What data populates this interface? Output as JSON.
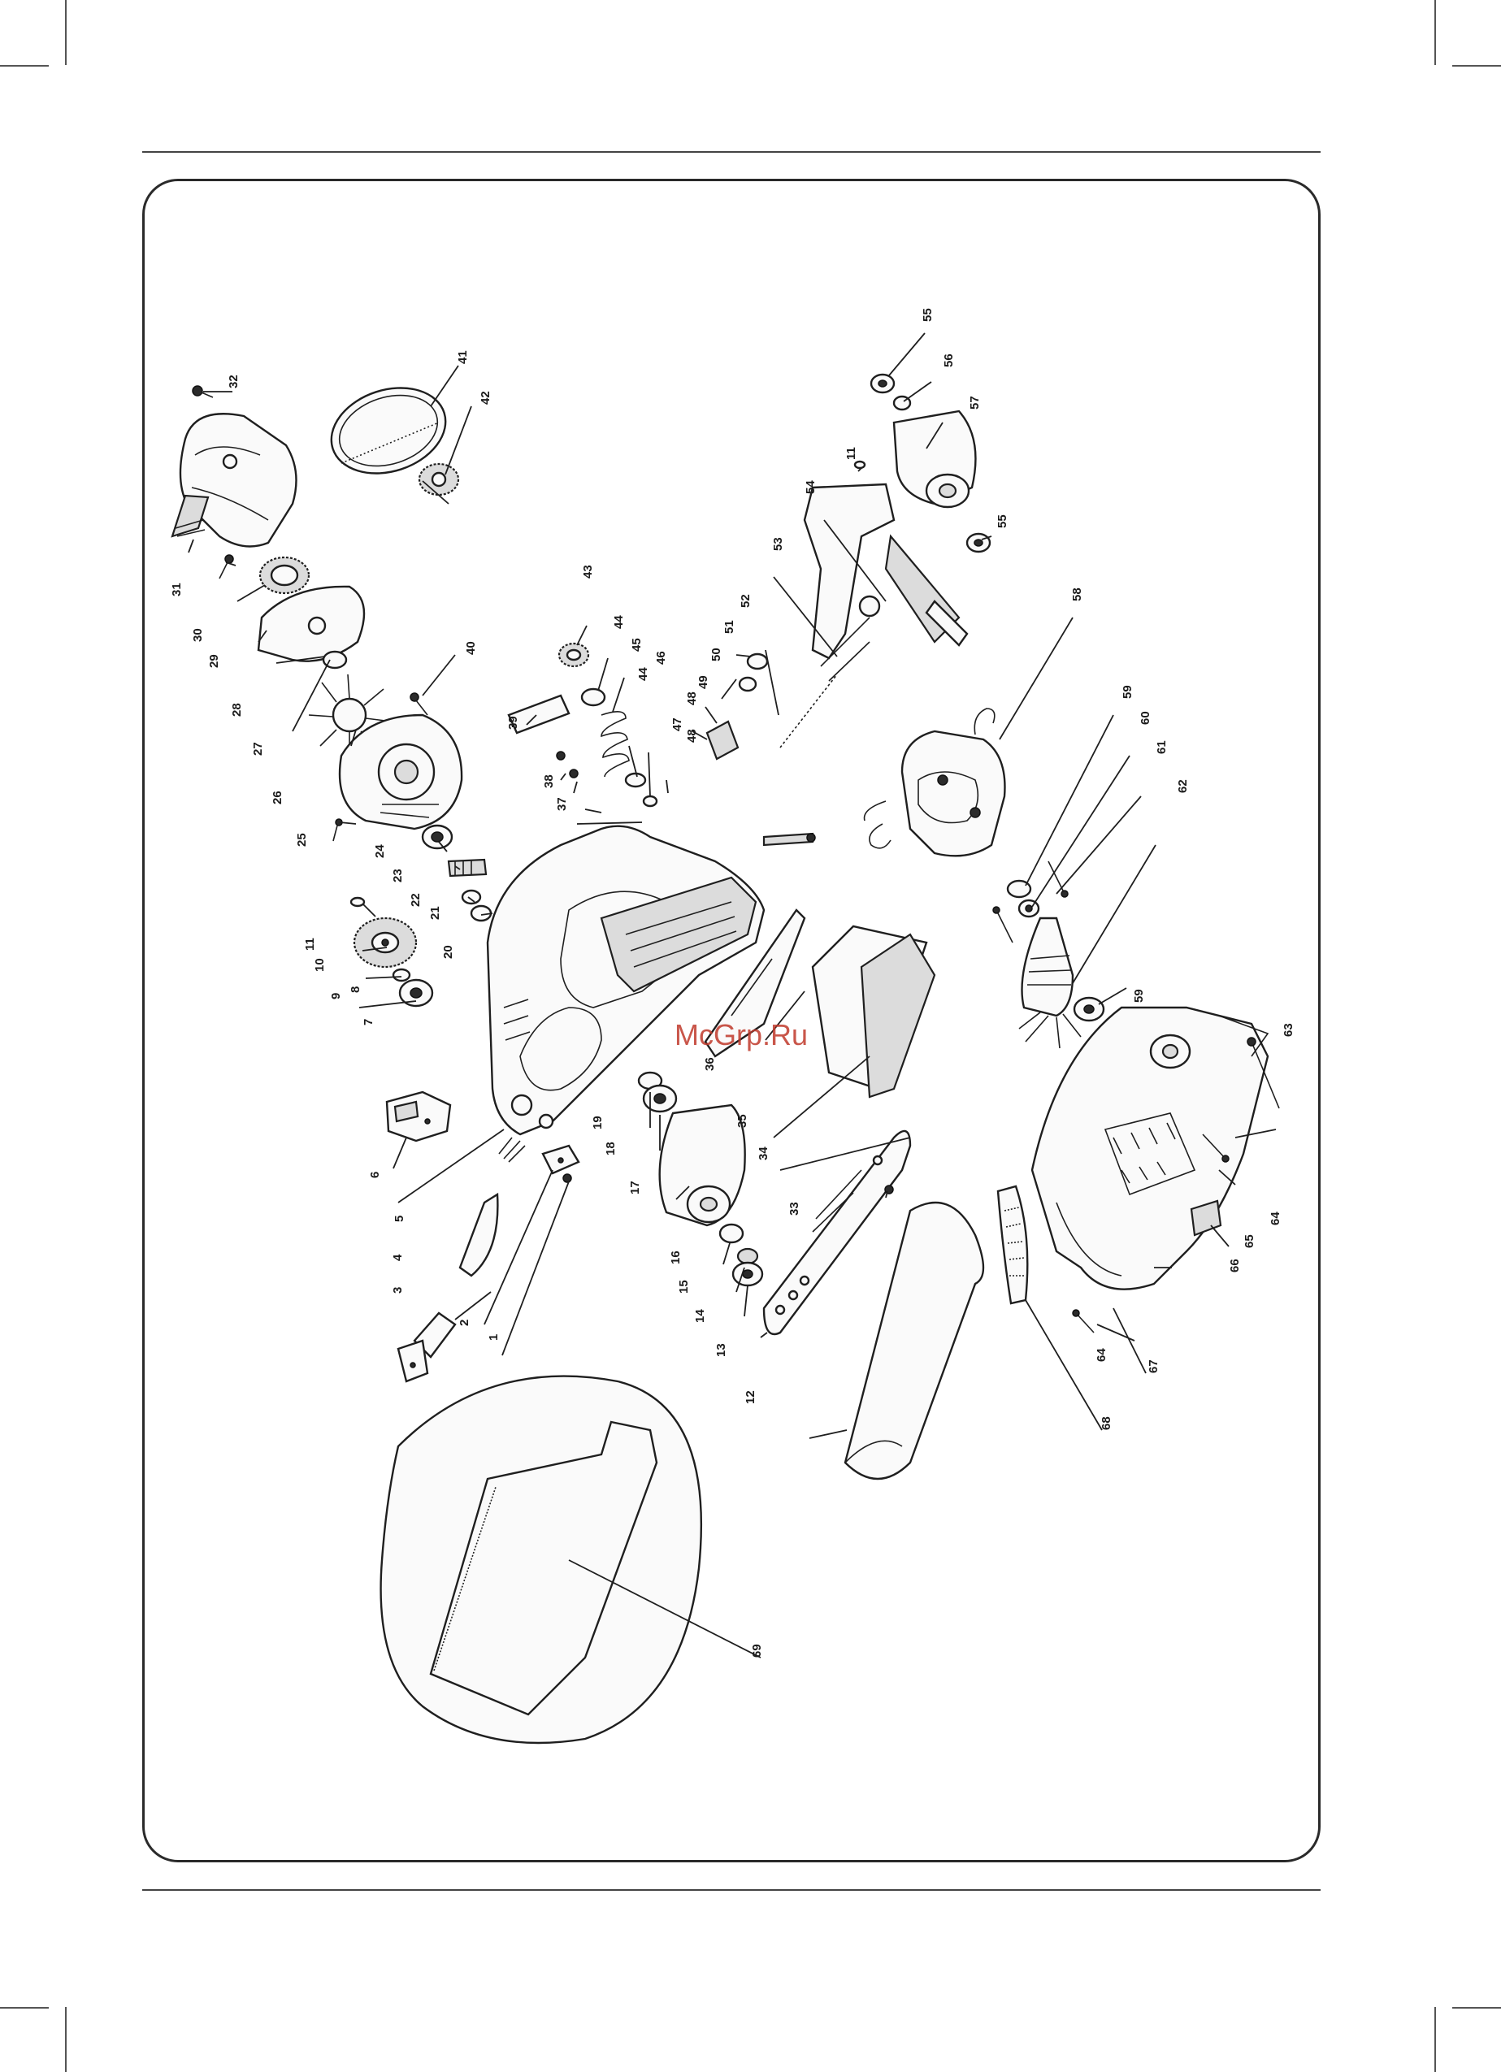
{
  "watermark": "McGrp.Ru",
  "colors": {
    "watermark": "#c0392b",
    "line": "#1f1f1f",
    "frame": "#2a2a2a"
  },
  "labels": [
    "1",
    "2",
    "3",
    "4",
    "5",
    "6",
    "7",
    "8",
    "9",
    "10",
    "11",
    "12",
    "13",
    "14",
    "15",
    "16",
    "17",
    "18",
    "19",
    "20",
    "21",
    "22",
    "23",
    "24",
    "25",
    "26",
    "27",
    "28",
    "29",
    "30",
    "31",
    "32",
    "33",
    "34",
    "35",
    "36",
    "37",
    "38",
    "39",
    "40",
    "41",
    "42",
    "43",
    "44",
    "45",
    "46",
    "47",
    "48",
    "49",
    "50",
    "51",
    "52",
    "53",
    "54",
    "55",
    "56",
    "57",
    "58",
    "59",
    "60",
    "61",
    "62",
    "63",
    "64",
    "65",
    "66",
    "67",
    "68",
    "69"
  ],
  "extra_labels": [
    "11",
    "44",
    "48",
    "55",
    "59",
    "64"
  ]
}
